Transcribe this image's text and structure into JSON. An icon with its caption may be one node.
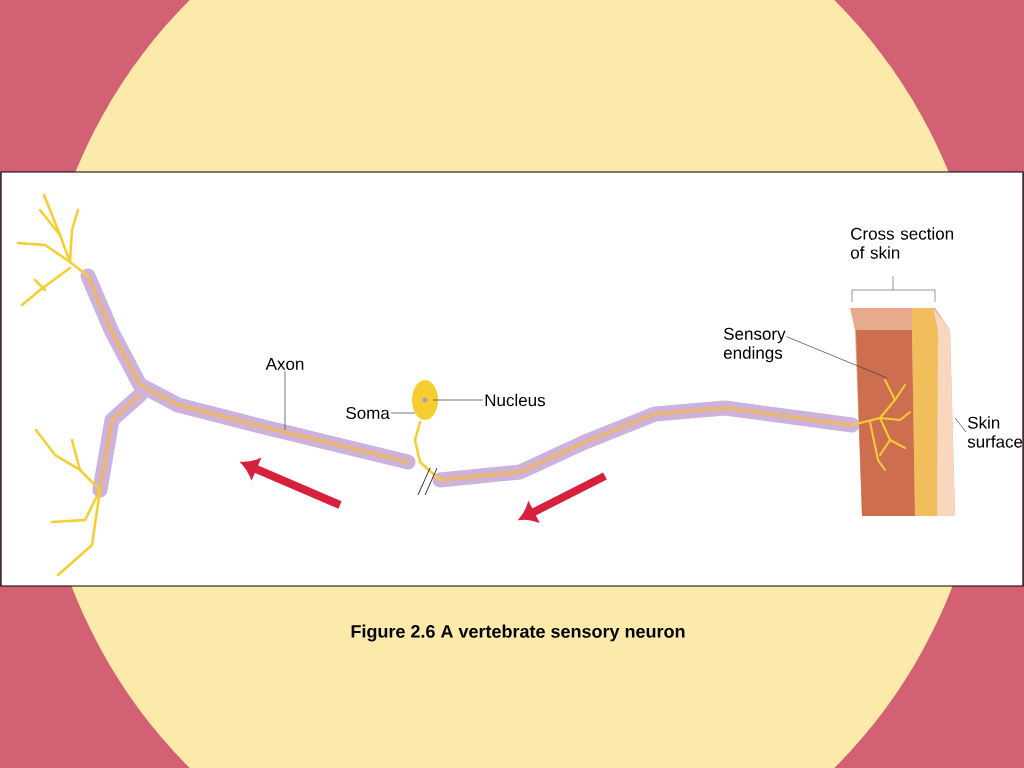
{
  "diagram": {
    "caption": "Figure 2.6  A vertebrate sensory neuron",
    "nodes": [
      {
        "text": [
          "Axon"
        ]
      },
      {
        "text": [
          "Soma"
        ]
      },
      {
        "text": [
          "Nucleus"
        ]
      },
      {
        "text": [
          "Sensory endings"
        ]
      },
      {
        "text": [
          "Skin surface"
        ]
      }
    ],
    "edges": [
      {
        "from": 0,
        "to": null,
        "arrow": "none"
      },
      {
        "from": 1,
        "to": null,
        "arrow": "none"
      },
      {
        "from": 2,
        "to": null,
        "arrow": "none"
      },
      {
        "from": 3,
        "to": null,
        "arrow": "none"
      },
      {
        "from": 4,
        "to": null,
        "arrow": "none"
      }
    ],
    "labels": [
      "Cross section of skin"
    ]
  }
}
